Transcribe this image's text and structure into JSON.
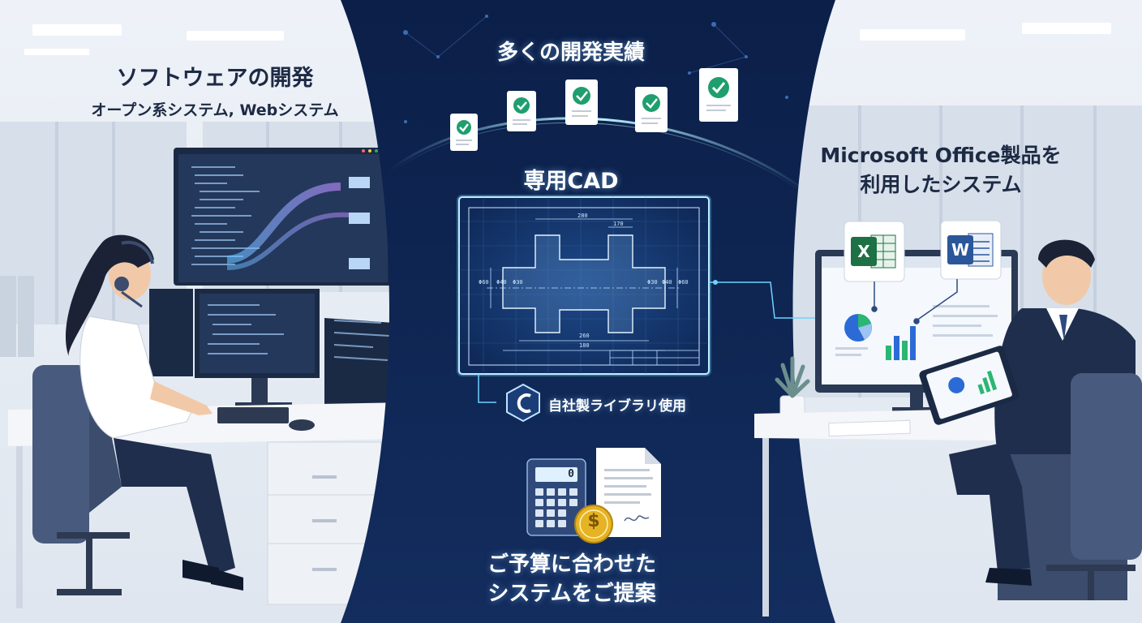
{
  "left_panel": {
    "title": "ソフトウェアの開発",
    "subtitle": "オープン系システム, Webシステム"
  },
  "center_panel": {
    "achievements_title": "多くの開発実績",
    "cad_title": "専用CAD",
    "cad_dimensions": [
      "280",
      "170",
      "260",
      "180",
      "Φ60",
      "Φ40",
      "Φ30",
      "Φ30",
      "Φ40",
      "Φ60"
    ],
    "library_label": "自社製ライブラリ使用",
    "library_icon": "c-language-icon",
    "budget_line1": "ご予算に合わせた",
    "budget_line2": "システムをご提案",
    "calculator_display": "0",
    "coin_symbol": "$"
  },
  "right_panel": {
    "title_line1": "Microsoft Office製品を",
    "title_line2": "利用したシステム",
    "excel_letter": "X",
    "word_letter": "W"
  },
  "colors": {
    "navy": "#0f2350",
    "glow": "#6fd3ff",
    "check_green": "#1f9e6e",
    "excel_green": "#1e7145",
    "word_blue": "#2b579a",
    "coin_gold": "#e6b325"
  }
}
